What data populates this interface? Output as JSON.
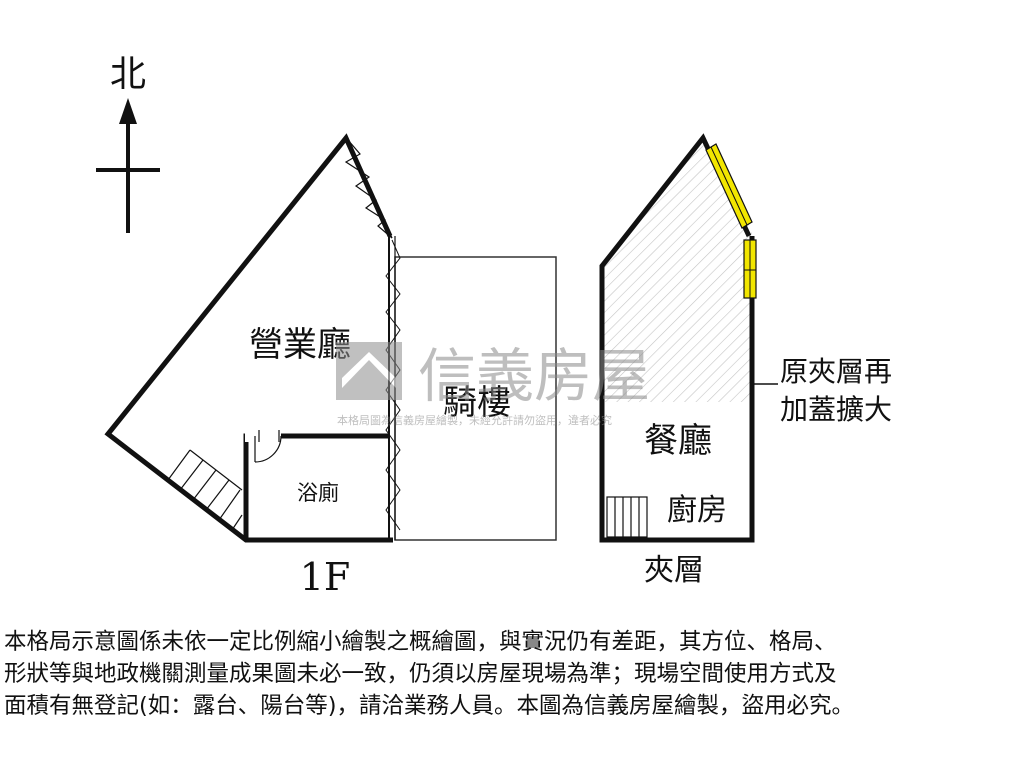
{
  "compass": {
    "north_label": "北"
  },
  "floor1": {
    "room_business_hall": "營業廳",
    "room_bathroom": "浴廁",
    "room_arcade": "騎樓",
    "floor_label": "1F"
  },
  "mezzanine": {
    "room_dining": "餐廳",
    "room_kitchen": "廚房",
    "floor_label": "夾層",
    "annotation_line1": "原夾層再",
    "annotation_line2": "加蓋擴大"
  },
  "watermark": {
    "brand": "信義房屋",
    "subtext": "本格局圖為信義房屋繪製，未經允許請勿盜用，違者必究"
  },
  "disclaimer": {
    "line1": "本格局示意圖係未依一定比例縮小繪製之概繪圖，與實況仍有差距，其方位、格局、",
    "line2": "形狀等與地政機關測量成果圖未必一致，仍須以房屋現場為準；現場空間使用方式及",
    "line3": "面積有無登記(如：露台、陽台等)，請洽業務人員。本圖為信義房屋繪製，盜用必究。"
  },
  "colors": {
    "walls": "#111111",
    "addition_hatch": "#c8c8c8",
    "window_highlight": "#f2e600",
    "watermark": "#9a9a9a"
  }
}
